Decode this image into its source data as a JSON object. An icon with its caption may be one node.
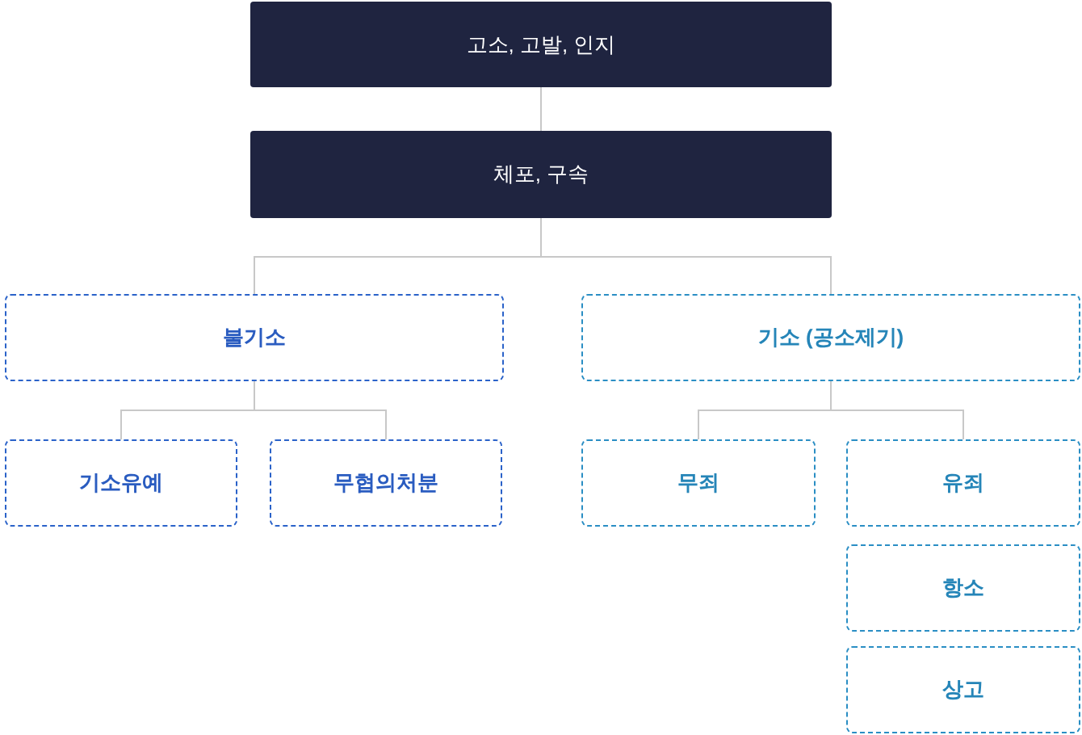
{
  "diagram": {
    "nodes": [
      {
        "text": [
          "고소, 고발, 인지"
        ]
      },
      {
        "text": [
          "체포, 구속"
        ]
      },
      {
        "text": [
          "불기소"
        ]
      },
      {
        "text": [
          "기소 (공소제기)"
        ]
      },
      {
        "text": [
          "기소유예"
        ]
      },
      {
        "text": [
          "무협의처분"
        ]
      },
      {
        "text": [
          "무죄"
        ]
      },
      {
        "text": [
          "유죄"
        ]
      },
      {
        "text": [
          "항소"
        ]
      },
      {
        "text": [
          "상고"
        ]
      }
    ],
    "edges": [
      {
        "from": 0,
        "to": 1,
        "arrow": "none"
      },
      {
        "from": 1,
        "to": 2,
        "arrow": "none"
      },
      {
        "from": 1,
        "to": 3,
        "arrow": "none"
      },
      {
        "from": 2,
        "to": 4,
        "arrow": "none"
      },
      {
        "from": 2,
        "to": 5,
        "arrow": "none"
      },
      {
        "from": 3,
        "to": 6,
        "arrow": "none"
      },
      {
        "from": 3,
        "to": 7,
        "arrow": "none"
      }
    ]
  }
}
